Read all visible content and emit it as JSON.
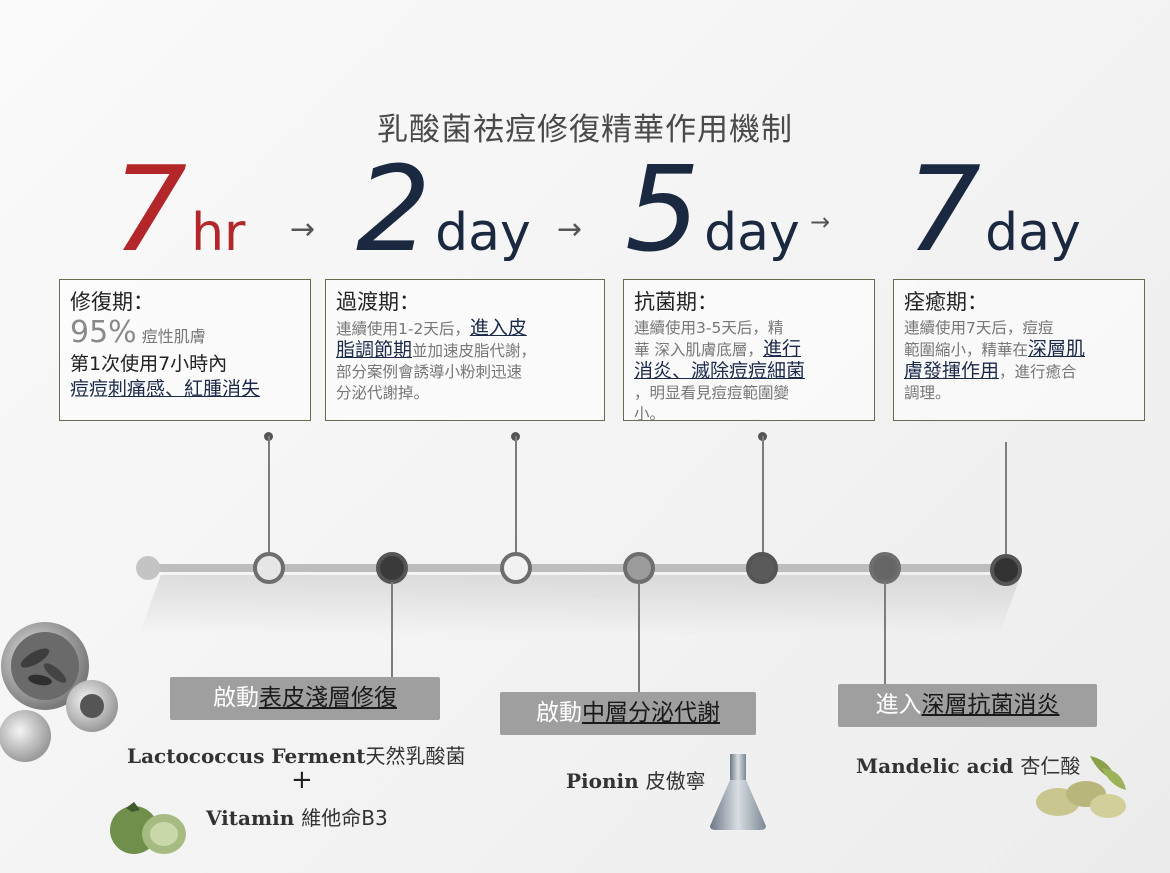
{
  "title": "乳酸菌祛痘修復精華作用機制",
  "stages": [
    {
      "num": "7",
      "unit": "hr",
      "color": "#b3272a"
    },
    {
      "num": "2",
      "unit": "day",
      "color": "#1b2940"
    },
    {
      "num": "5",
      "unit": "day",
      "color": "#1b2940"
    },
    {
      "num": "7",
      "unit": "day",
      "color": "#1b2940"
    }
  ],
  "arrow": "→",
  "boxes": {
    "b1": {
      "title": "修復期：",
      "pct": "95%",
      "pct_text": "痘性肌膚",
      "line1": "第1次使用7小時內",
      "line2a": "痘痘",
      "line2b": "刺痛感、紅腫消失"
    },
    "b2": {
      "title": "過渡期：",
      "t1": "連續使用1-2天后，",
      "em1": "進入皮",
      "em2": "脂調節期",
      "t2": "並加速皮脂代謝，",
      "t3": "部分案例會誘導小粉刺迅速",
      "t4": "分泌代謝掉。"
    },
    "b3": {
      "title": "抗菌期：",
      "t1": "連續使用3-5天后，精",
      "t2": "華 深入肌膚底層，",
      "em1": "進行",
      "em2": "消炎、滅除痘痘細菌",
      "t3": "，明显看見痘痘範圍變",
      "t4": "小。"
    },
    "b4": {
      "title": "痊癒期：",
      "t1": "連續使用7天后，痘痘",
      "t2": "範圍縮小，精華在",
      "em1": "深層肌",
      "em2": "膚發揮作用",
      "t3": "，進行癒合",
      "t4": "調理。"
    }
  },
  "labels": {
    "l1": {
      "pre": "啟動",
      "em": "表皮淺層修復"
    },
    "l2": {
      "pre": "啟動",
      "em": "中層分泌代謝"
    },
    "l3": {
      "pre": "進入",
      "em": "深層抗菌消炎"
    }
  },
  "ingredients": {
    "i1": {
      "en": "Lactococcus Ferment",
      "cn": "天然乳酸菌"
    },
    "plus": "+",
    "i2": {
      "en": "Vitamin",
      "cn": "維他命B3"
    },
    "i3": {
      "en": "Pionin",
      "cn": "皮傲寧"
    },
    "i4": {
      "en": "Mandelic acid",
      "cn": "杏仁酸"
    }
  }
}
